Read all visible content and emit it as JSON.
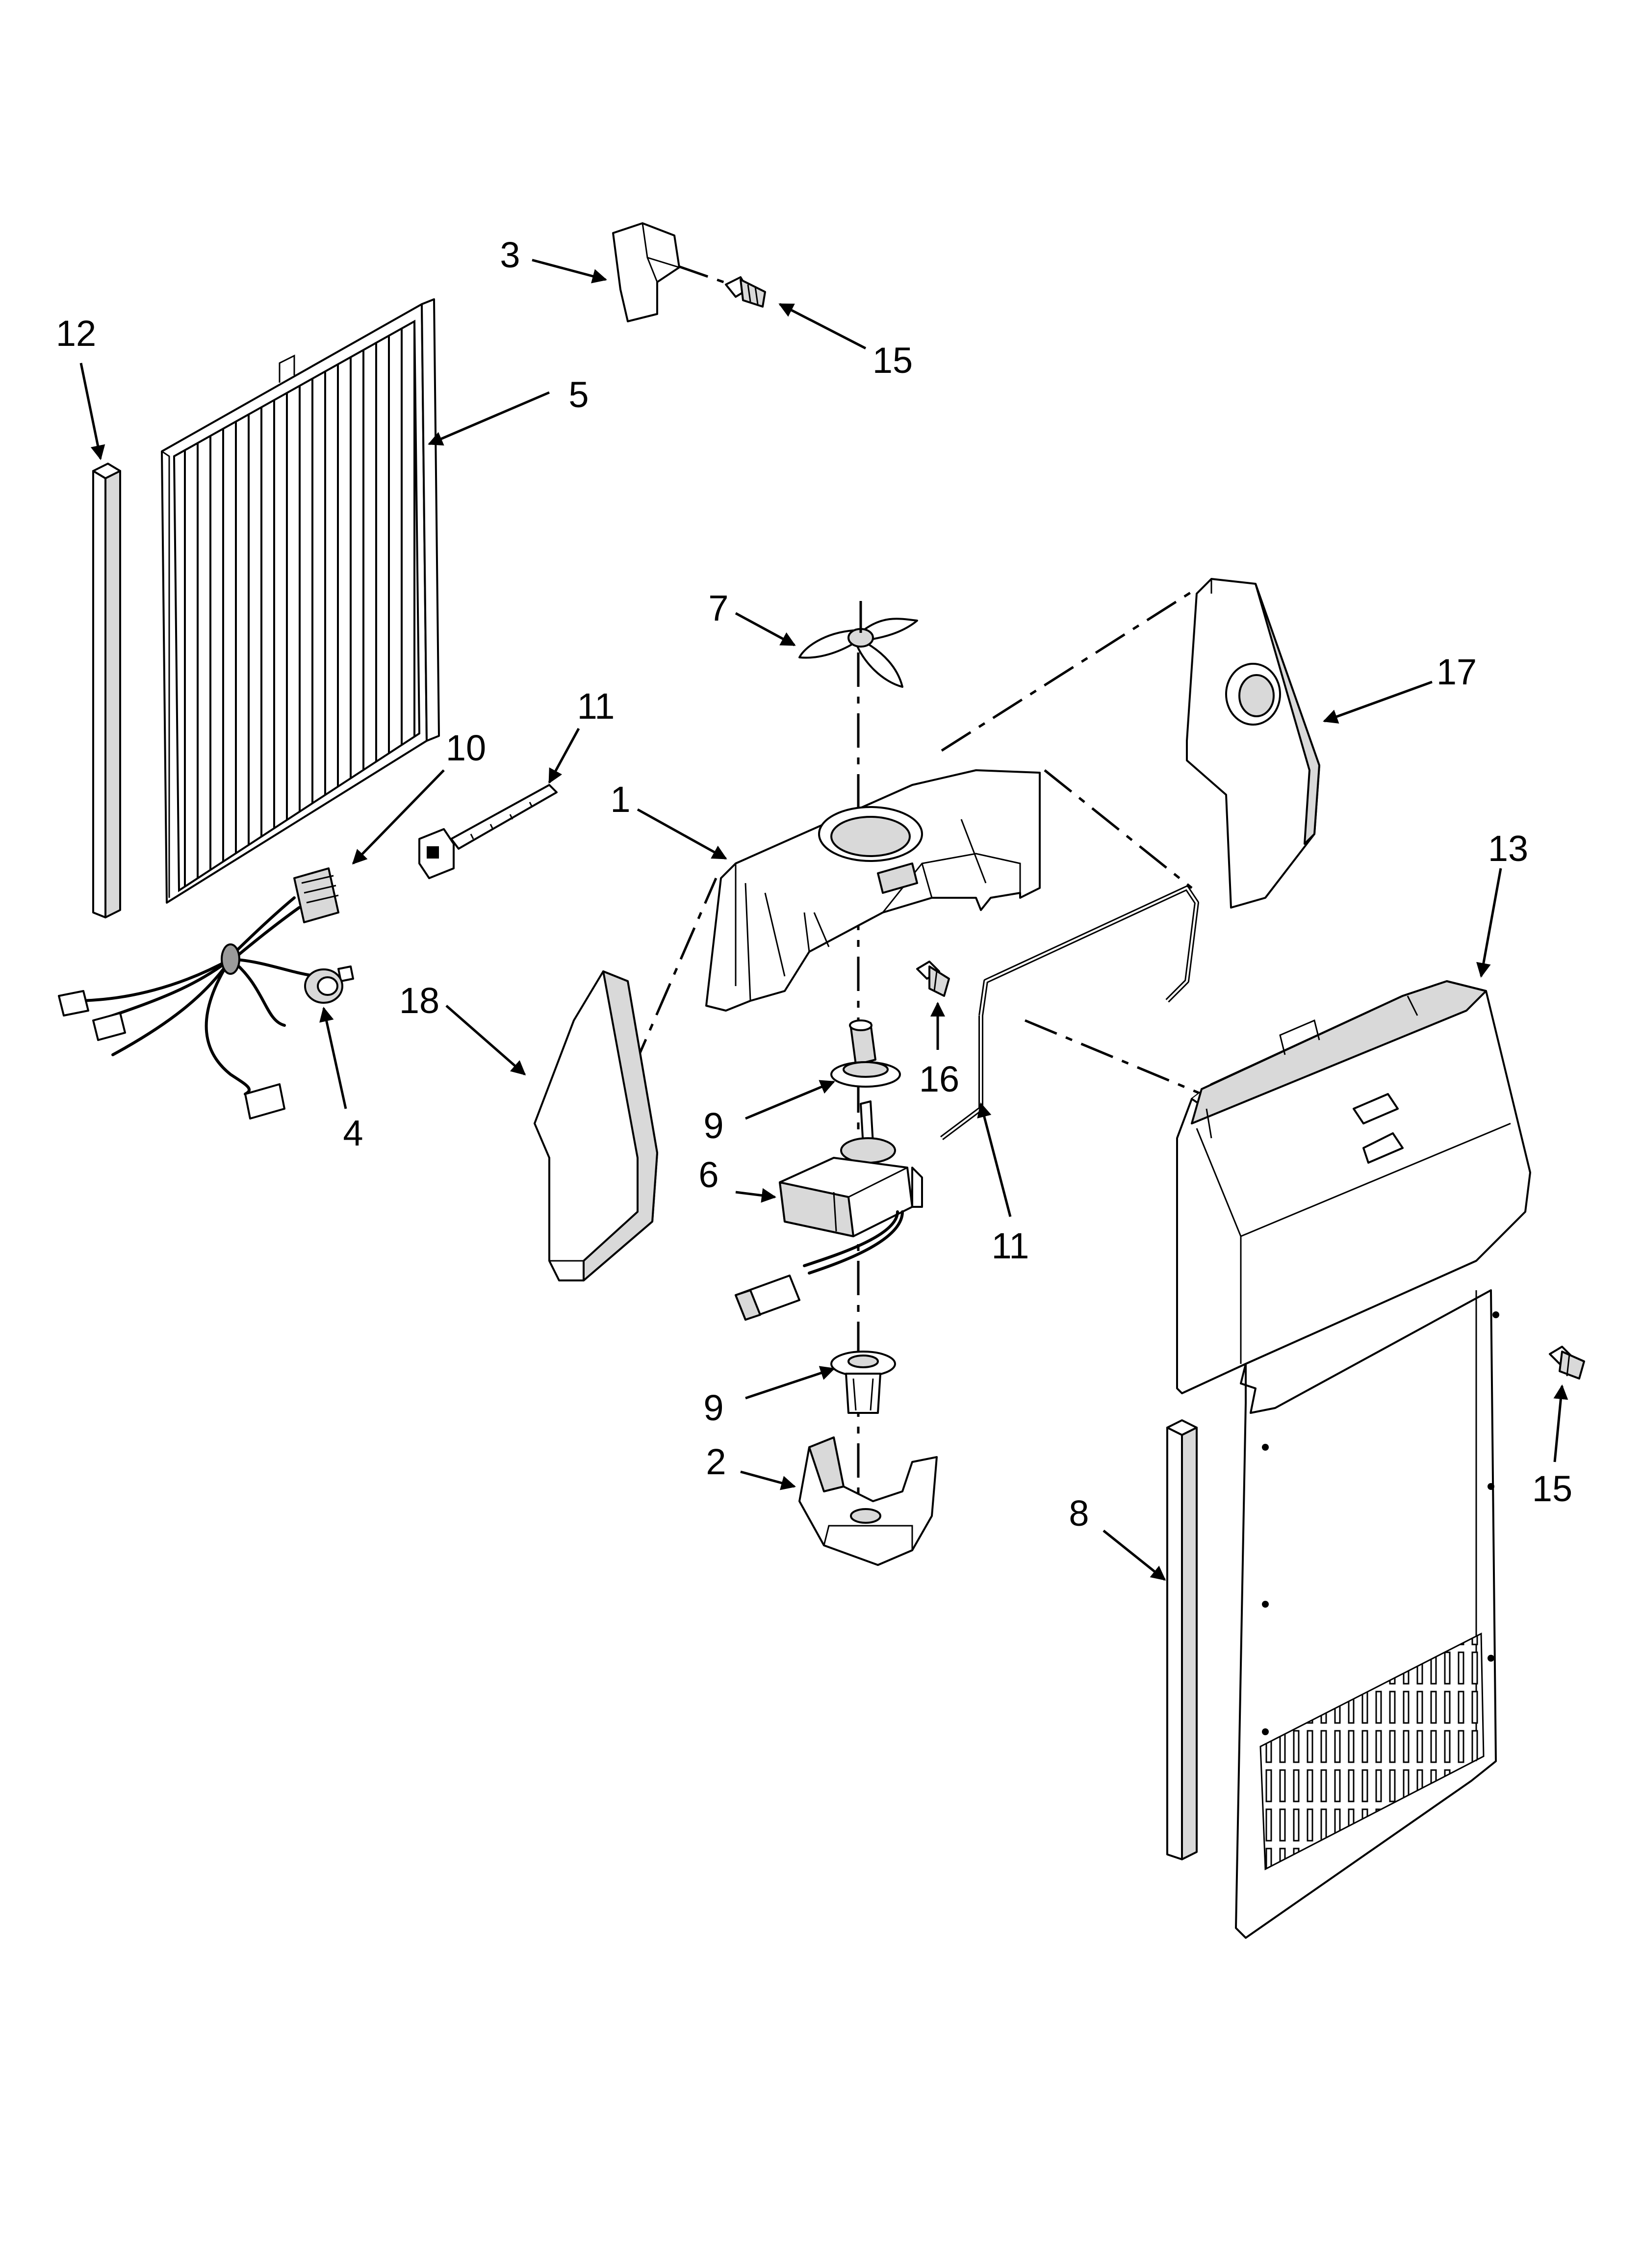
{
  "callouts": [
    {
      "id": "c1",
      "text": "1"
    },
    {
      "id": "c2",
      "text": "2"
    },
    {
      "id": "c3",
      "text": "3"
    },
    {
      "id": "c4",
      "text": "4"
    },
    {
      "id": "c5",
      "text": "5"
    },
    {
      "id": "c6",
      "text": "6"
    },
    {
      "id": "c7",
      "text": "7"
    },
    {
      "id": "c8",
      "text": "8"
    },
    {
      "id": "c9a",
      "text": "9"
    },
    {
      "id": "c9b",
      "text": "9"
    },
    {
      "id": "c10",
      "text": "10"
    },
    {
      "id": "c11",
      "text": "11"
    },
    {
      "id": "c12",
      "text": "12"
    },
    {
      "id": "c13",
      "text": "13"
    },
    {
      "id": "c14",
      "text": "14"
    },
    {
      "id": "c15a",
      "text": "15"
    },
    {
      "id": "c15b",
      "text": "15"
    },
    {
      "id": "c16",
      "text": "16"
    },
    {
      "id": "c17",
      "text": "17"
    },
    {
      "id": "c18",
      "text": "18"
    }
  ]
}
